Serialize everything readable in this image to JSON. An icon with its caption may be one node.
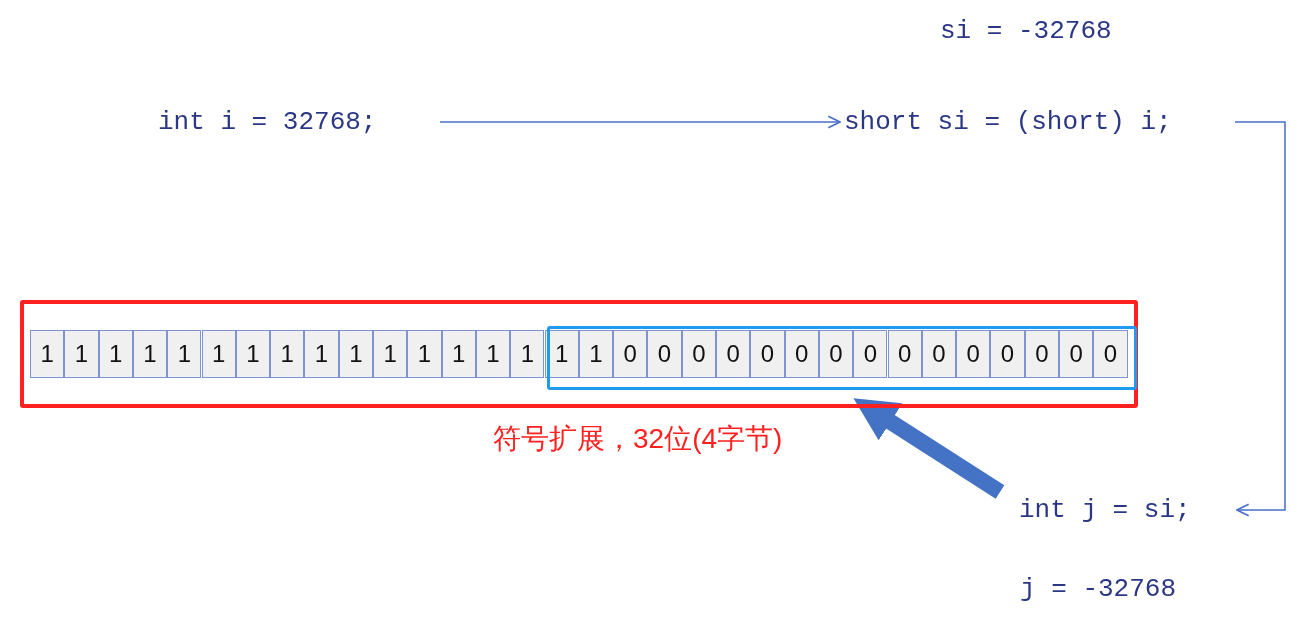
{
  "diagram": {
    "nodes": [
      {
        "text": [
          "int i = 32768;"
        ]
      },
      {
        "text": [
          "short si = (short) i;"
        ],
        "beside": [
          "si = -32768"
        ]
      },
      {
        "text": [
          "int j = si;"
        ],
        "beside": [
          "j = -32768"
        ]
      },
      {
        "text": [],
        "shape": "box",
        "beside": [
          "符号扩展，32位(4字节)"
        ]
      },
      {
        "text": [],
        "shape": "box",
        "in": 3
      }
    ],
    "edges": [
      {
        "from": 0,
        "to": 1,
        "arrow": "to"
      },
      {
        "from": 1,
        "to": 2,
        "arrow": "to"
      },
      {
        "from": 2,
        "to": 3,
        "arrow": "to",
        "style": "thick",
        "color": "#4472c4"
      }
    ],
    "labels": [
      "1",
      "1",
      "1",
      "1",
      "1",
      "1",
      "1",
      "1",
      "1",
      "1",
      "1",
      "1",
      "1",
      "1",
      "1",
      "1",
      "1",
      "0",
      "0",
      "0",
      "0",
      "0",
      "0",
      "0",
      "0",
      "0",
      "0",
      "0",
      "0",
      "0",
      "0",
      "0"
    ]
  }
}
